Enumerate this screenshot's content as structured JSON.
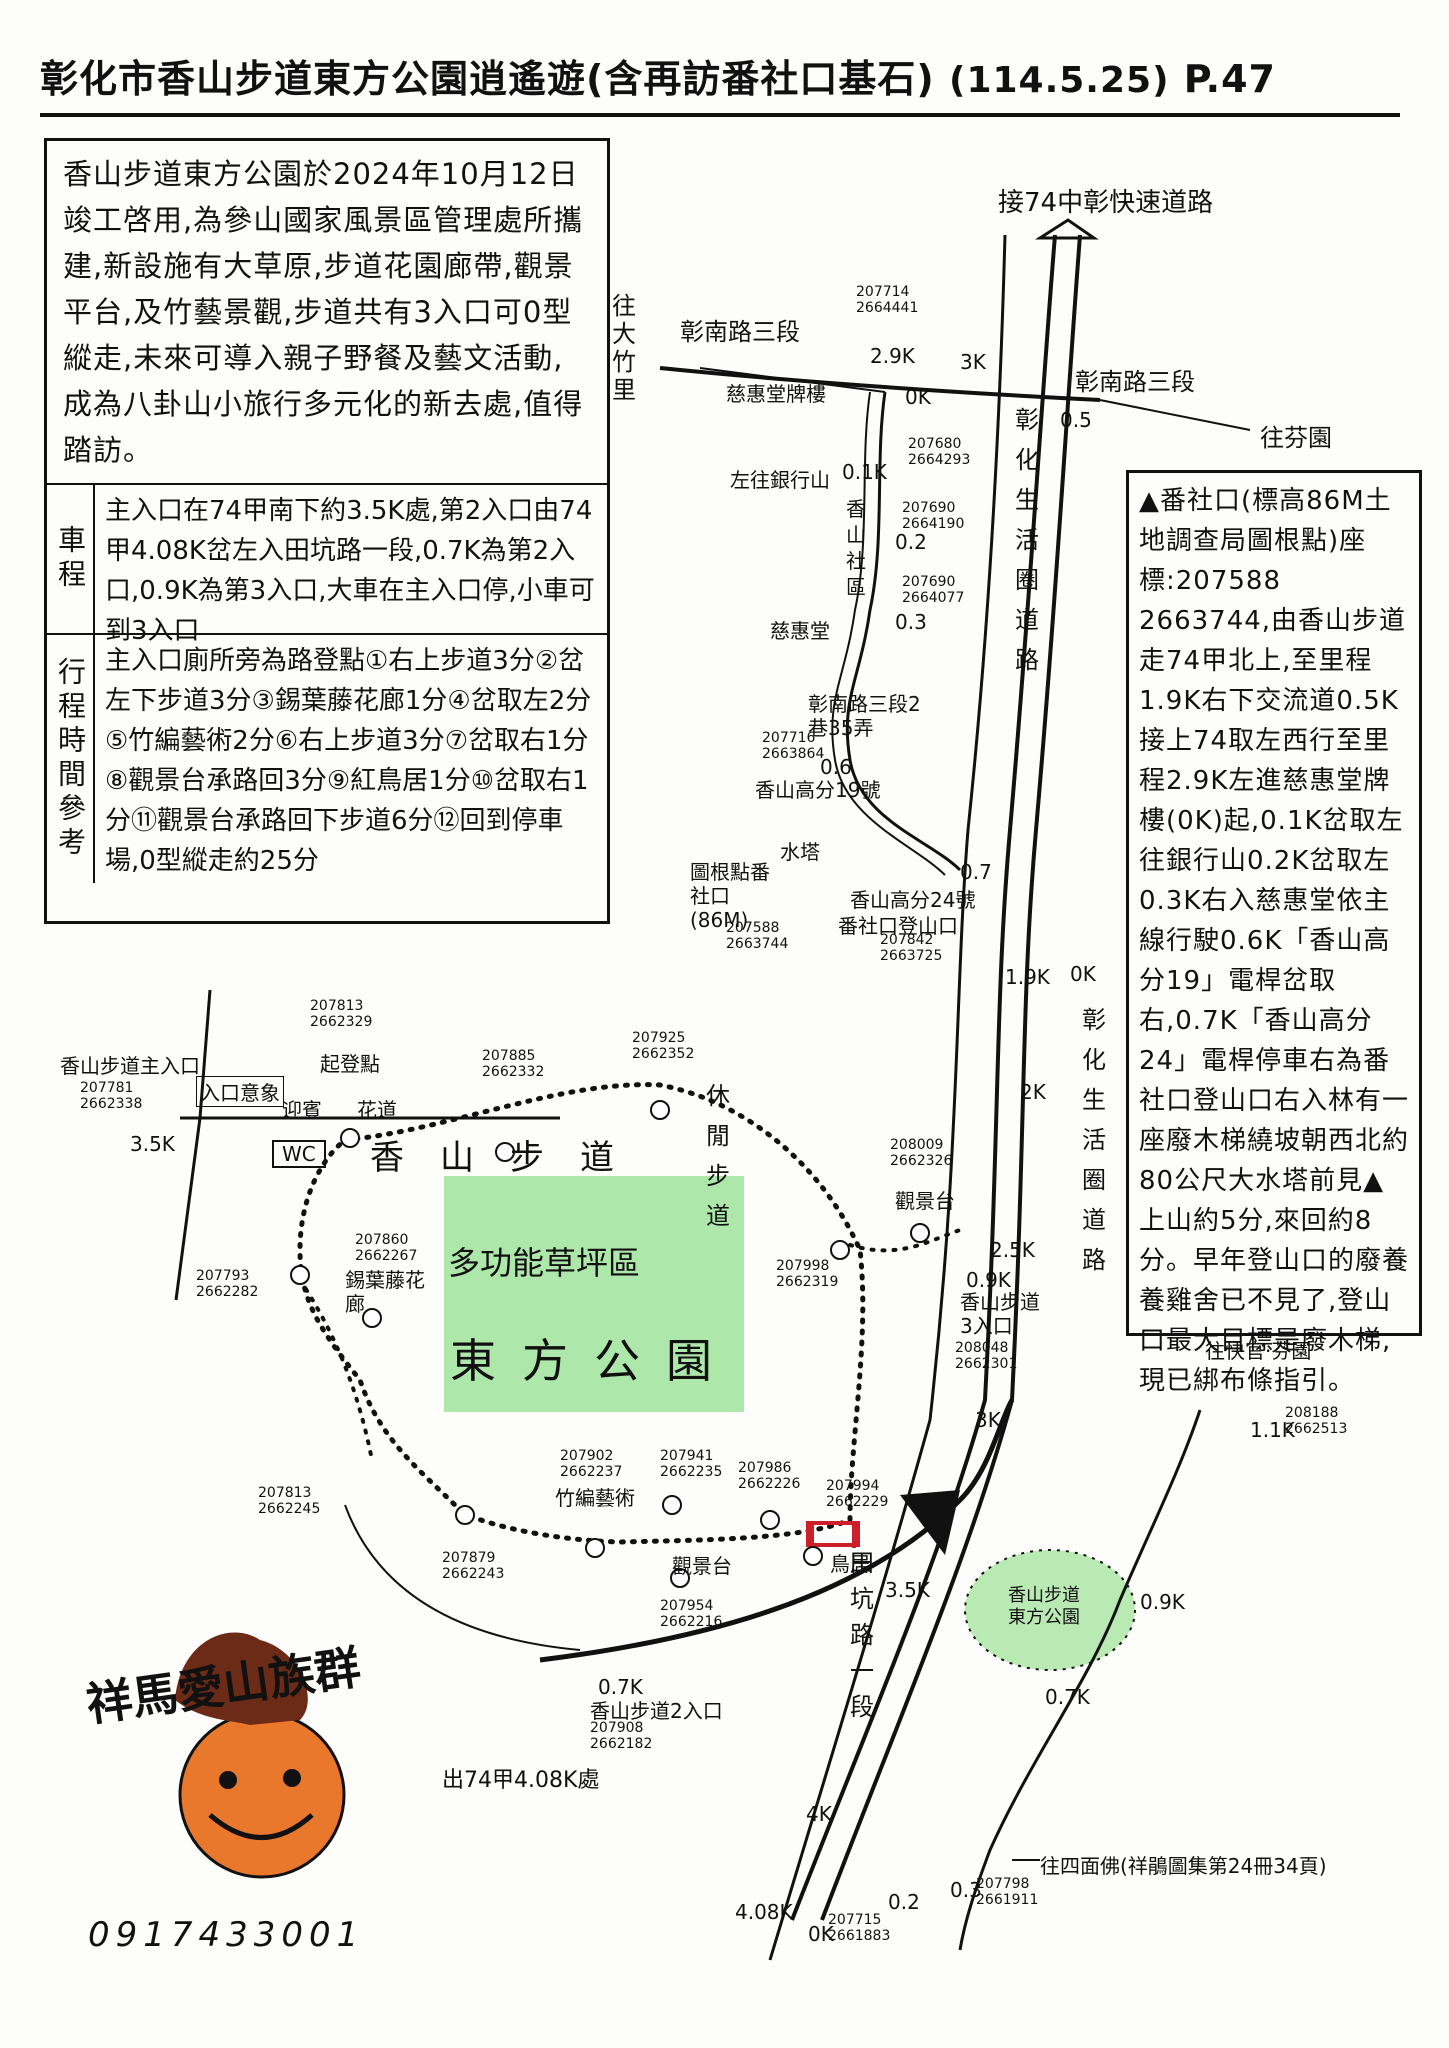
{
  "header": {
    "title": "彰化市香山步道東方公園逍遙遊(含再訪番社口基石)",
    "date": "(114.5.25)",
    "page": "P.47"
  },
  "intro": {
    "text": "香山步道東方公園於2024年10月12日竣工啓用,為參山國家風景區管理處所攜建,新設施有大草原,步道花園廊帶,觀景平台,及竹藝景觀,步道共有3入口可0型縱走,未來可導入親子野餐及藝文活動,成為八卦山小旅行多元化的新去處,值得踏訪。",
    "car_label": "車程",
    "car_text": "主入口在74甲南下約3.5K處,第2入口由74甲4.08K岔左入田坑路一段,0.7K為第2入口,0.9K為第3入口,大車在主入口停,小車可到3入口",
    "time_label": "行程時間參考",
    "time_text": "主入口廁所旁為路登點①右上步道3分②岔左下步道3分③錫葉藤花廊1分④岔取左2分⑤竹編藝術2分⑥右上步道3分⑦岔取右1分⑧觀景台承路回3分⑨紅鳥居1分⑩岔取右1分⑪觀景台承路回下步道6分⑫回到停車場,0型縱走約25分"
  },
  "right_note": {
    "text": "▲番社口(標高86M土地調查局圖根點)座標:207588 2663744,由香山步道走74甲北上,至里程1.9K右下交流道0.5K接上74取左西行至里程2.9K左進慈惠堂牌樓(0K)起,0.1K岔取左往銀行山0.2K岔取左0.3K右入慈惠堂依主線行駛0.6K「香山高分19」電桿岔取右,0.7K「香山高分24」電桿停車右為番社口登山口右入林有一座廢木梯繞坡朝西北約80公尺大水塔前見▲上山約5分,來回約8分。早年登山口的廢養養雞舍已不見了,登山口最大目標是廢木梯,現已綁布條指引。"
  },
  "map_labels": {
    "to_74_top": "接74中彰快速道路",
    "road_14_left": "彰南路三段",
    "road_14_right": "彰南路三段",
    "to_datuli": "往大竹里",
    "to_fenyuan": "往芬園",
    "gate": "慈惠堂牌樓",
    "yinxing": "左往銀行山",
    "xiangshan_community": "香山社區",
    "cihui": "慈惠堂",
    "lane": "彰南路三段2巷35弄",
    "pole19": "香山高分19號",
    "water_tower": "水塔",
    "benchmark": "圖根點番社口(86M)",
    "pole24": "香山高分24號",
    "trailhead": "番社口登山口",
    "life_road": "彰化生活圈道路",
    "life_road2": "彰化生活圈道路",
    "main_entrance": "香山步道主入口",
    "parking": "入口意象",
    "start": "起登點",
    "welcome": "迎賓",
    "flower_path": "花道",
    "wc": "WC",
    "park_name_top": "香山步道",
    "lawn": "多功能草坪區",
    "park_name": "東方公園",
    "leisure": "休閒步道",
    "tuji": "錫葉藤花廊",
    "bamboo": "竹編藝術",
    "viewing": "觀景台",
    "viewing2": "觀景台",
    "torii": "鳥居",
    "entrance3": "香山步道3入口",
    "entrance2": "香山步道2入口",
    "tiankeng": "田坑路一段",
    "to_fenyuan2": "往快官·芬園",
    "exit74": "出74甲4.08K處",
    "to_simian": "往四面佛(祥鵑圖集第24冊34頁)",
    "inset_name": "香山步道東方公園"
  },
  "coords": {
    "c1": "207714 2664441",
    "c2": "207680 2664293",
    "c3": "207690 2664190",
    "c4": "207690 2664077",
    "c5": "207716 2663864",
    "c6": "207588 2663744",
    "c7": "207842 2663725",
    "c8": "207813 2662329",
    "c9": "207781 2662338",
    "c10": "207885 2662332",
    "c11": "207925 2662352",
    "c12": "208009 2662326",
    "c13": "207860 2662267",
    "c14": "207793 2662282",
    "c15": "207998 2662319",
    "c16": "208048 2662301",
    "c17": "207813 2662245",
    "c18": "207902 2662237",
    "c19": "207941 2662235",
    "c20": "207986 2662226",
    "c21": "207994 2662229",
    "c22": "207879 2662243",
    "c23": "207954 2662216",
    "c24": "207908 2662182",
    "c25": "208188 2662513",
    "c26": "207798 2661911",
    "c27": "207715 2661883"
  },
  "km": {
    "k29": "2.9K",
    "k3": "3K",
    "k0": "0K",
    "k05": "0.5",
    "k01": "0.1K",
    "k02": "0.2",
    "k03": "0.3",
    "k06": "0.6",
    "k07": "0.7",
    "k19": "1.9K",
    "k0b": "0K",
    "k2": "2K",
    "k25": "2.5K",
    "k09": "0.9K",
    "k3b": "3K",
    "k35": "3.5K",
    "k35b": "3.5K",
    "k07b": "0.7K",
    "k4": "4K",
    "k408": "4.08K",
    "k0c": "0K",
    "k11": "1.1K",
    "k09b": "0.9K",
    "k07c": "0.7K",
    "k02b": "0.2",
    "k03b": "0.3"
  },
  "logo": {
    "name": "祥馬愛山族群",
    "phone": "0917433001"
  },
  "colors": {
    "lawn": "#9fe39a",
    "torii": "#cc1f2a",
    "logo_orange": "#e9782d",
    "horse": "#6b2b16"
  }
}
